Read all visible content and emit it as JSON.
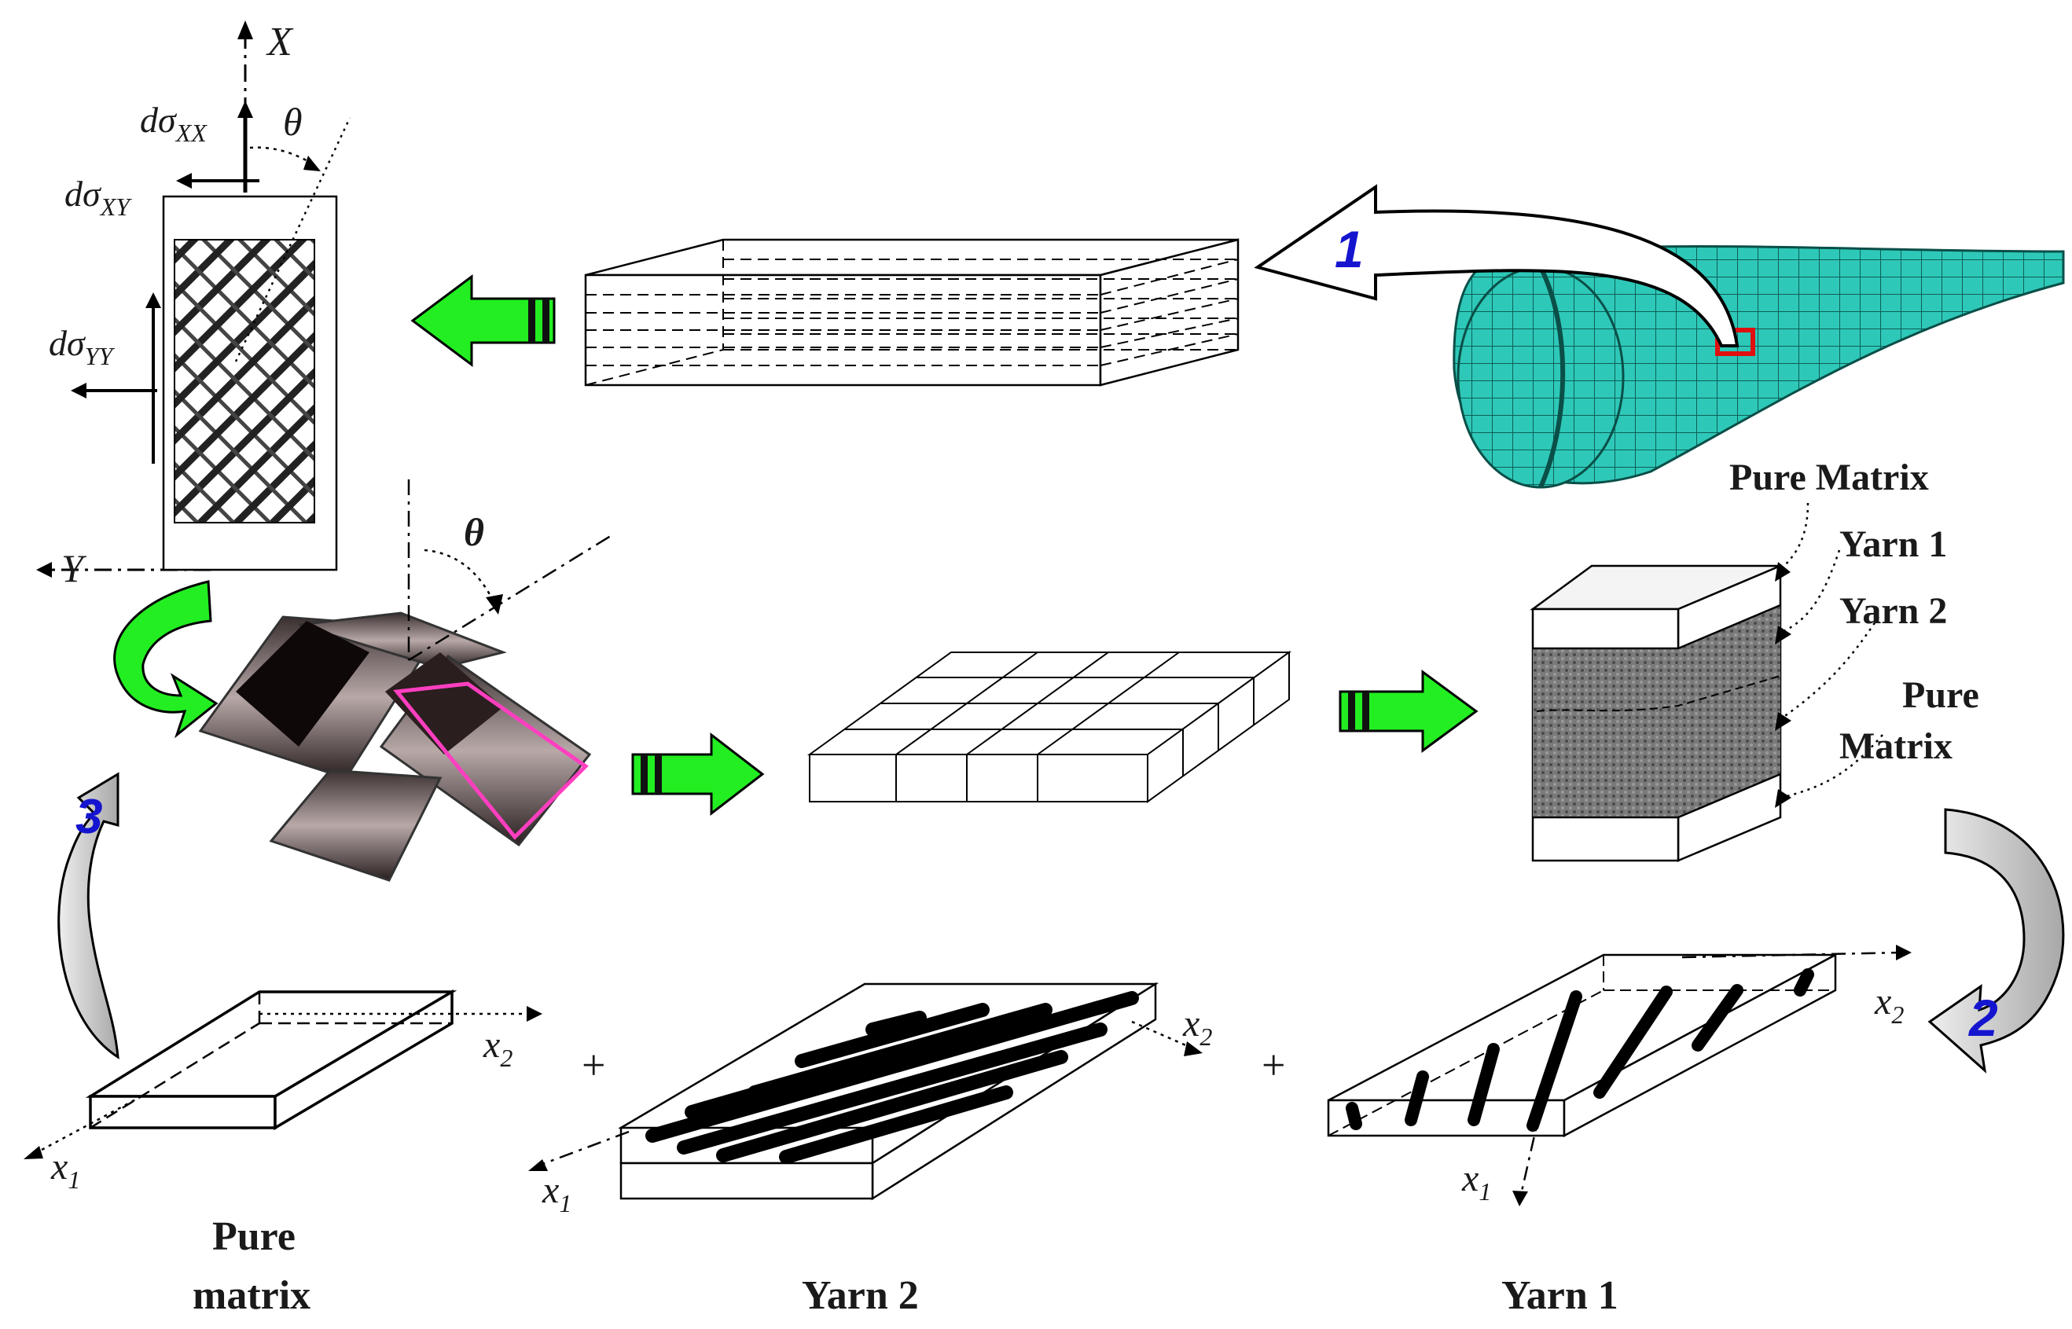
{
  "labels": {
    "axis_X": "X",
    "axis_Y": "Y",
    "theta_top": "θ",
    "theta_mid": "θ",
    "sigma_d": "dσ",
    "sub_XX": "XX",
    "sub_XY": "XY",
    "sub_YY": "YY",
    "x": "x",
    "sub_1": "1",
    "sub_2": "2",
    "pure_matrix_top": "Pure Matrix",
    "yarn1_side": "Yarn 1",
    "yarn2_side": "Yarn 2",
    "pure_side_1": "Pure",
    "pure_side_2": "Matrix",
    "pure_bottom_1": "Pure",
    "pure_bottom_2": "matrix",
    "yarn2_bottom": "Yarn 2",
    "yarn1_bottom": "Yarn 1",
    "plus": "+"
  },
  "steps": {
    "step1": "1",
    "step2": "2",
    "step3": "3"
  },
  "colors": {
    "green_arrow": "#22ee22",
    "mesh_teal": "#2ec8b8",
    "highlight_magenta": "#ff3fc0",
    "highlight_red": "#e01010",
    "step_number_blue": "#1515d0",
    "curved_arrow_gray": "#c8c8c8"
  }
}
